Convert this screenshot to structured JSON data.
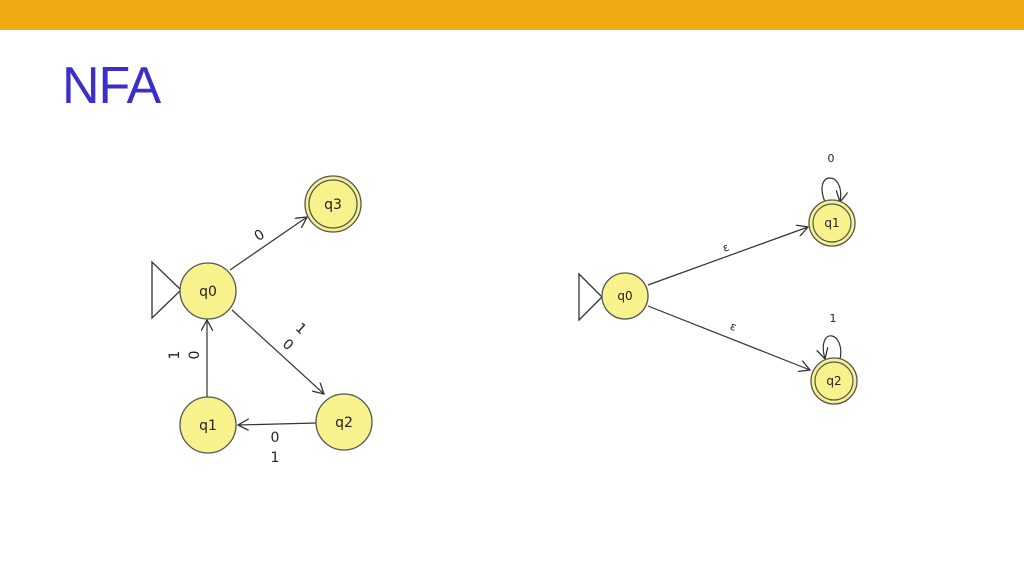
{
  "slide": {
    "title": "NFA",
    "colors": {
      "top_bar": "#F0AB12",
      "title": "#3B2FCB",
      "state_fill": "#F7F28B"
    }
  },
  "diagram_left": {
    "states": {
      "q0": "q0",
      "q1": "q1",
      "q2": "q2",
      "q3": "q3"
    },
    "start_state": "q0",
    "accept_states": [
      "q3"
    ],
    "transitions": [
      {
        "from": "q0",
        "to": "q3",
        "label": "0"
      },
      {
        "from": "q0",
        "to": "q2",
        "labels": [
          "1",
          "0"
        ]
      },
      {
        "from": "q2",
        "to": "q1",
        "labels": [
          "0",
          "1"
        ]
      },
      {
        "from": "q1",
        "to": "q0",
        "labels": [
          "1",
          "0"
        ]
      }
    ],
    "labels": {
      "q0_q3": "0",
      "q0_q2_a": "1",
      "q0_q2_b": "0",
      "q2_q1_a": "0",
      "q2_q1_b": "1",
      "q1_q0_a": "1",
      "q1_q0_b": "0"
    }
  },
  "diagram_right": {
    "states": {
      "q0": "q0",
      "q1": "q1",
      "q2": "q2"
    },
    "start_state": "q0",
    "accept_states": [
      "q1",
      "q2"
    ],
    "transitions": [
      {
        "from": "q0",
        "to": "q1",
        "label": "ε"
      },
      {
        "from": "q0",
        "to": "q2",
        "label": "ε"
      },
      {
        "from": "q1",
        "to": "q1",
        "label": "0"
      },
      {
        "from": "q2",
        "to": "q2",
        "label": "1"
      }
    ],
    "labels": {
      "q0_q1": "ε",
      "q0_q2": "ε",
      "q1_loop": "0",
      "q2_loop": "1"
    }
  }
}
